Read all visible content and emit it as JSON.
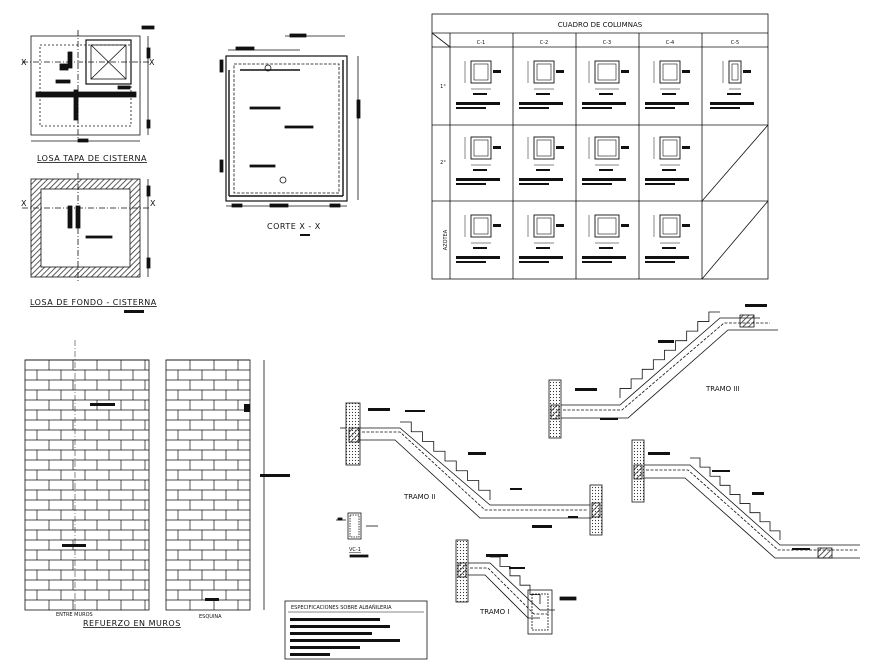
{
  "labels": {
    "losa_tapa": "LOSA TAPA DE CISTERNA",
    "losa_fondo": "LOSA DE FONDO - CISTERNA",
    "corte": "CORTE  X - X",
    "section_mark": "X",
    "refuerzo": "REFUERZO EN MUROS",
    "entre_muros": "ENTRE MUROS",
    "esquina": "ESQUINA",
    "especificaciones": "ESPECIFICACIONES SOBRE ALBAÑILERIA",
    "vc1": "VC-1",
    "tramo_i": "TRAMO I",
    "tramo_ii": "TRAMO II",
    "tramo_iii": "TRAMO III"
  },
  "cuadro": {
    "title": "CUADRO DE COLUMNAS",
    "columns": [
      "C-1",
      "C-2",
      "C-3",
      "C-4",
      "C-5"
    ],
    "rows": [
      "1°",
      "2°",
      "AZOTEA"
    ]
  },
  "colors": {
    "line": "#111111",
    "hatch": "#444444"
  }
}
